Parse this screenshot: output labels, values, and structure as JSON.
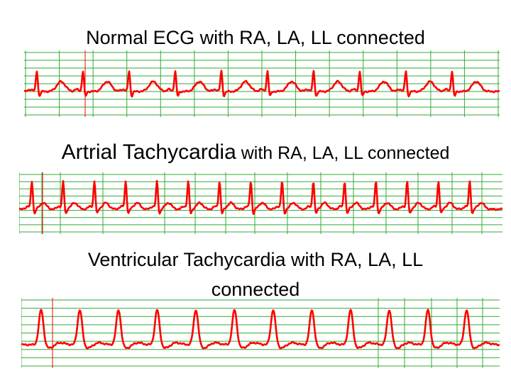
{
  "titles": {
    "normal": "Normal ECG with RA, LA, LL connected",
    "artrial_lead": "Artrial Tachycardia",
    "artrial_rest": " with RA, LA, LL connected",
    "ventricular_line1": "Ventricular Tachycardia  with RA, LA, LL",
    "ventricular_line2": "connected"
  },
  "colors": {
    "trace": "#ff0000",
    "grid": "#33aa33",
    "marker": "#ff0000",
    "background": "#ffffff"
  },
  "strips": [
    {
      "key": "normal",
      "beats": 10,
      "hlines": 9,
      "vlines": 15,
      "rate": "normal"
    },
    {
      "key": "artrial",
      "beats": 15,
      "hlines": 9,
      "vlines": 15,
      "rate": "fast"
    },
    {
      "key": "ventricular",
      "beats": 12,
      "hlines": 9,
      "vlines": 13,
      "rate": "wide"
    }
  ]
}
